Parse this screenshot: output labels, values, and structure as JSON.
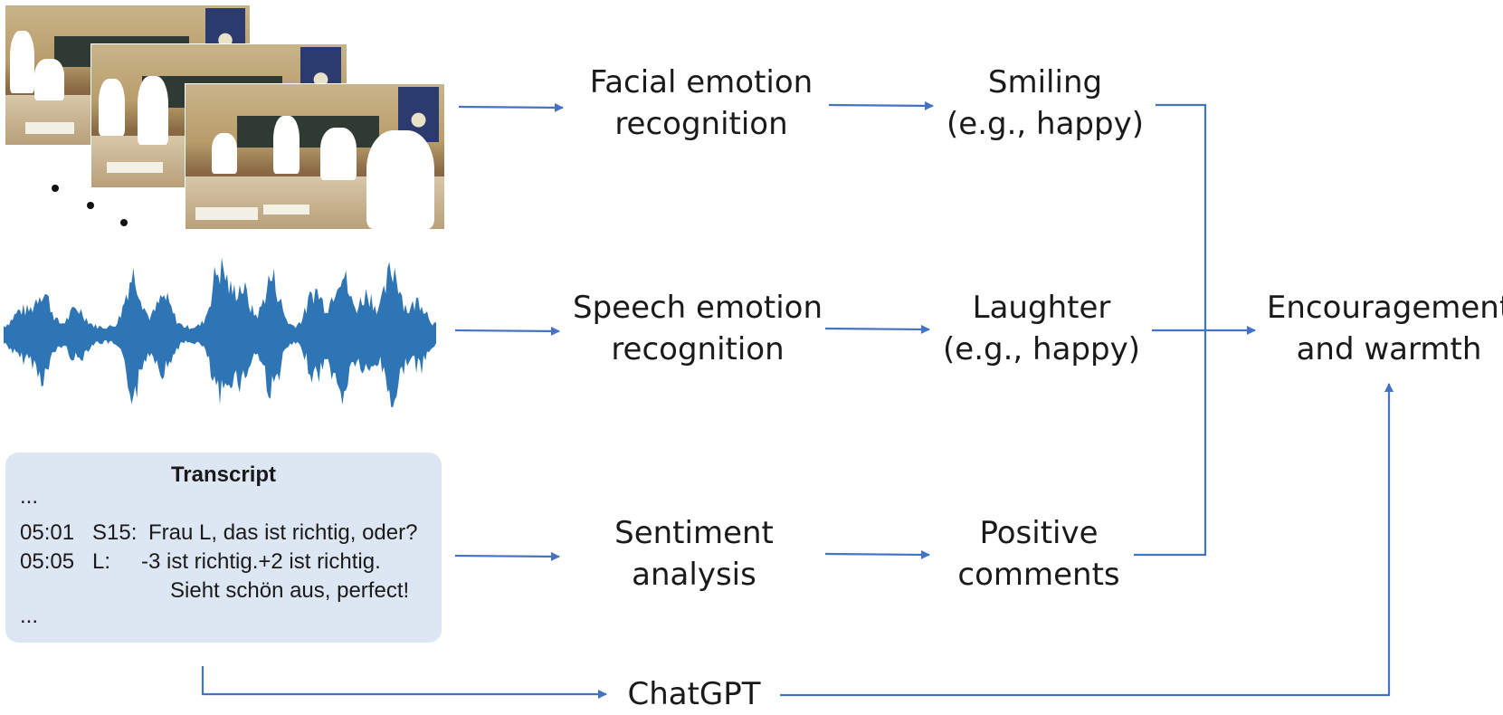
{
  "nodes": {
    "facial": [
      "Facial emotion",
      "recognition"
    ],
    "speech": [
      "Speech emotion",
      "recognition"
    ],
    "sentiment": [
      "Sentiment",
      "analysis"
    ],
    "smiling": [
      "Smiling",
      "(e.g., happy)"
    ],
    "laughter": [
      "Laughter",
      "(e.g., happy)"
    ],
    "positive": [
      "Positive",
      "comments"
    ],
    "encouragement": [
      "Encouragement",
      "and warmth"
    ],
    "chatgpt": "ChatGPT"
  },
  "transcript": {
    "title": "Transcript",
    "ellipsis_top": "...",
    "ellipsis_bottom": "...",
    "lines": [
      {
        "time": "05:01",
        "speaker": "S15:",
        "text": "Frau L, das ist richtig, oder?"
      },
      {
        "time": "05:05",
        "speaker": "L:",
        "text": "-3 ist richtig.+2 ist richtig."
      },
      {
        "time": "",
        "speaker": "",
        "text": "Sieht schön aus, perfect!"
      }
    ]
  },
  "colors": {
    "arrow": "#4472c4",
    "waveform": "#2e75b6",
    "transcript_bg": "#dde7f3"
  },
  "icons": {
    "video_frames": "classroom-video-frames",
    "audio": "audio-waveform"
  }
}
